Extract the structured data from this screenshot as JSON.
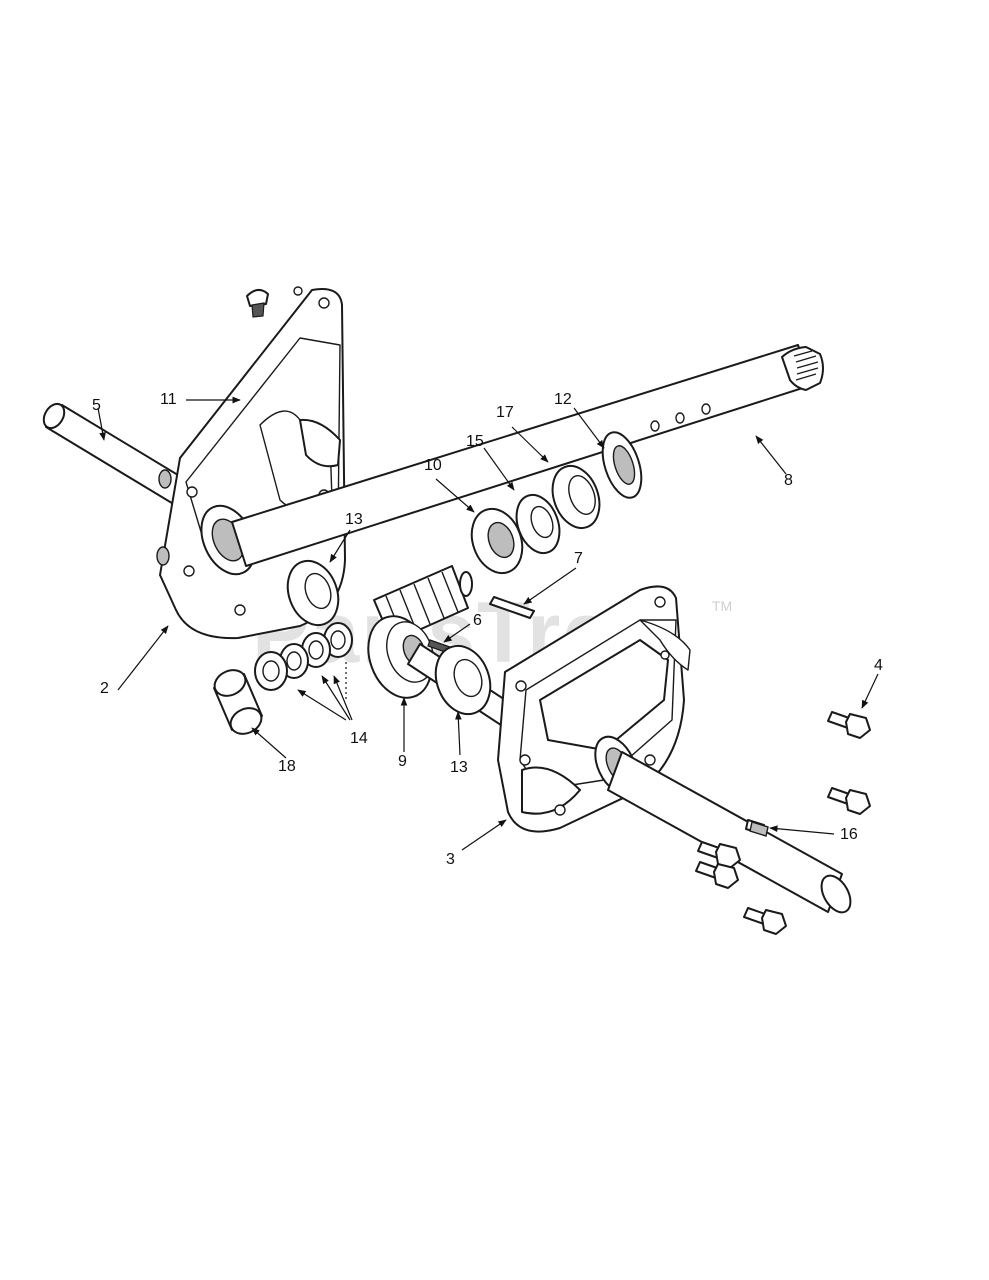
{
  "watermark": {
    "text": "PartsTree",
    "trademark": "TM"
  },
  "callouts": [
    {
      "id": "callout-11",
      "text": "11"
    },
    {
      "id": "callout-5",
      "text": "5"
    },
    {
      "id": "callout-17",
      "text": "17"
    },
    {
      "id": "callout-12",
      "text": "12"
    },
    {
      "id": "callout-15",
      "text": "15"
    },
    {
      "id": "callout-10",
      "text": "10"
    },
    {
      "id": "callout-8",
      "text": "8"
    },
    {
      "id": "callout-13-top",
      "text": "13"
    },
    {
      "id": "callout-7",
      "text": "7"
    },
    {
      "id": "callout-6",
      "text": "6"
    },
    {
      "id": "callout-2",
      "text": "2"
    },
    {
      "id": "callout-4",
      "text": "4"
    },
    {
      "id": "callout-14",
      "text": "14"
    },
    {
      "id": "callout-9",
      "text": "9"
    },
    {
      "id": "callout-13-bottom",
      "text": "13"
    },
    {
      "id": "callout-18",
      "text": "18"
    },
    {
      "id": "callout-16",
      "text": "16"
    },
    {
      "id": "callout-3",
      "text": "3"
    }
  ]
}
